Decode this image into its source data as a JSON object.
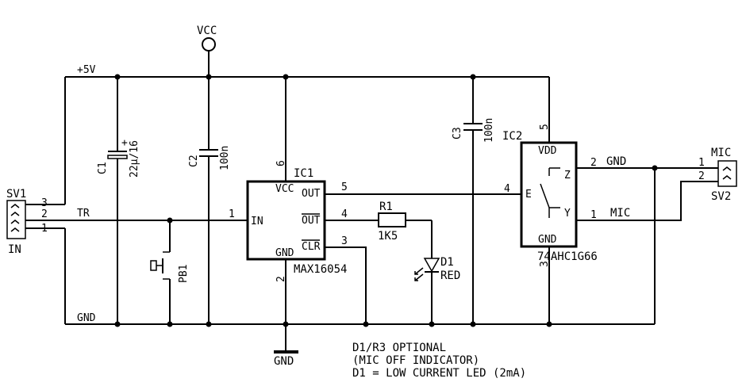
{
  "nets": {
    "vcc": "VCC",
    "plus5v": "+5V",
    "tr": "TR",
    "gnd_left": "GND",
    "gnd_bottom": "GND",
    "gnd_ic2_out": "GND",
    "mic_net": "MIC"
  },
  "sv1": {
    "name": "SV1",
    "io": "IN",
    "pins": [
      "3",
      "2",
      "1"
    ]
  },
  "sv2": {
    "name": "SV2",
    "io": "MIC",
    "pins": [
      "1",
      "2"
    ]
  },
  "c1": {
    "name": "C1",
    "value": "22µ/16",
    "polarity": "+"
  },
  "c2": {
    "name": "C2",
    "value": "100n"
  },
  "c3": {
    "name": "C3",
    "value": "100n"
  },
  "pb1": {
    "name": "PB1"
  },
  "r1": {
    "name": "R1",
    "value": "1K5"
  },
  "d1": {
    "name": "D1",
    "value": "RED"
  },
  "ic1": {
    "name": "IC1",
    "part": "MAX16054",
    "pin_vcc": "VCC",
    "pin_in": "IN",
    "pin_out": "OUT",
    "pin_outn": "OUT",
    "pin_clr": "CLR",
    "pin_gnd": "GND",
    "num_vcc": "6",
    "num_in": "1",
    "num_out": "5",
    "num_outn": "4",
    "num_clr": "3",
    "num_gnd": "2"
  },
  "ic2": {
    "name": "IC2",
    "part": "74AHC1G66",
    "pin_vdd": "VDD",
    "pin_z": "Z",
    "pin_e": "E",
    "pin_y": "Y",
    "pin_gnd": "GND",
    "num_vdd": "5",
    "num_z": "2",
    "num_e": "4",
    "num_y": "1",
    "num_gnd": "3"
  },
  "notes": [
    "D1/R3 OPTIONAL",
    "(MIC OFF INDICATOR)",
    "D1 = LOW CURRENT LED (2mA)"
  ]
}
